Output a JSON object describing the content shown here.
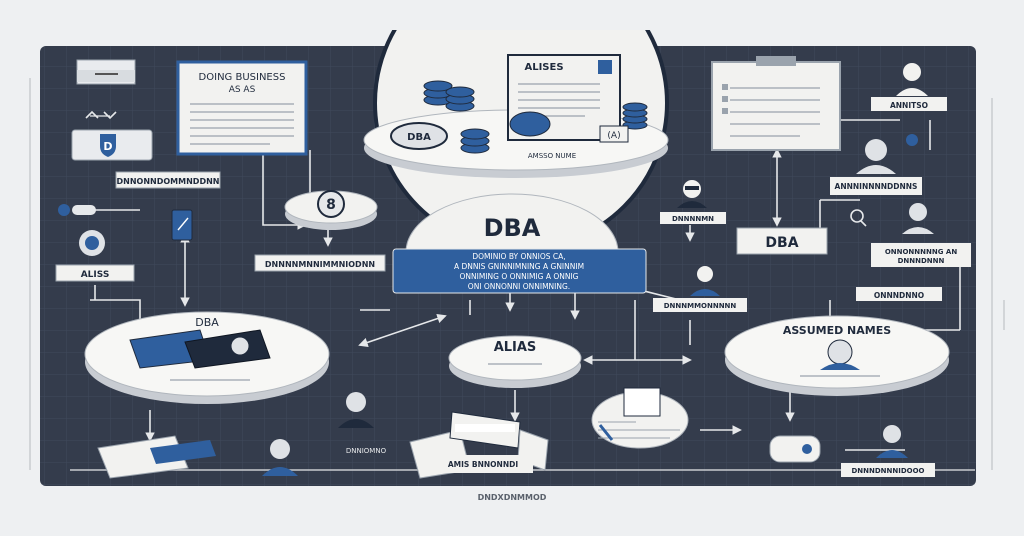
{
  "colors": {
    "page_bg": "#eef0f2",
    "board_bg": "#343c4c",
    "grid": "#404a5c",
    "panel": "#f2f2f0",
    "panel_edge": "#c8ccd2",
    "accent_blue": "#2f5f9e",
    "dark_navy": "#1f2a3c",
    "connector": "#e6e8ea"
  },
  "labels": {
    "doing_business": "DOING BUSINESS",
    "as_as": "AS AS",
    "alises": "ALISES",
    "dba_center": "DBA",
    "dba_box_right": "DBA",
    "dba_oval_left": "DBA",
    "alias_oval": "ALIAS",
    "assumed_names": "ASSUMED NAMES",
    "dba_coin": "DBA",
    "coin_letter": "8",
    "shield_letter": "D",
    "aliss_sign": "ALISS",
    "anisso_nume": "AMSSO NUME",
    "annitso": "ANNITSO",
    "blue_note_lines": [
      "DOMINIO BY ONNIOS CA,",
      "A DNNIS GNINNIMNING A GNINNIM",
      "ONNIMING O ONNIMIG A ONNIG",
      "ONI ONNONNI ONNIMNING."
    ],
    "footer_caption": "DNDXDNMMOD",
    "tag_left_1": "DNNONNDOMMNDDNN",
    "tag_center_1": "DNNNNMNNIMMNIODNN",
    "tag_right_1": "ANNNINNNNDDNNS",
    "tag_right_2": "ONNONNNNNG AN",
    "tag_right_3": "ONNNDNNO",
    "tag_right_4": "DNNNDNNNIDOOO",
    "tag_person_center": "DNNNMMONNNNN",
    "tag_alias_book": "AMIS BNNONNDI",
    "tag_dba_book": "DNNIOMNO"
  }
}
